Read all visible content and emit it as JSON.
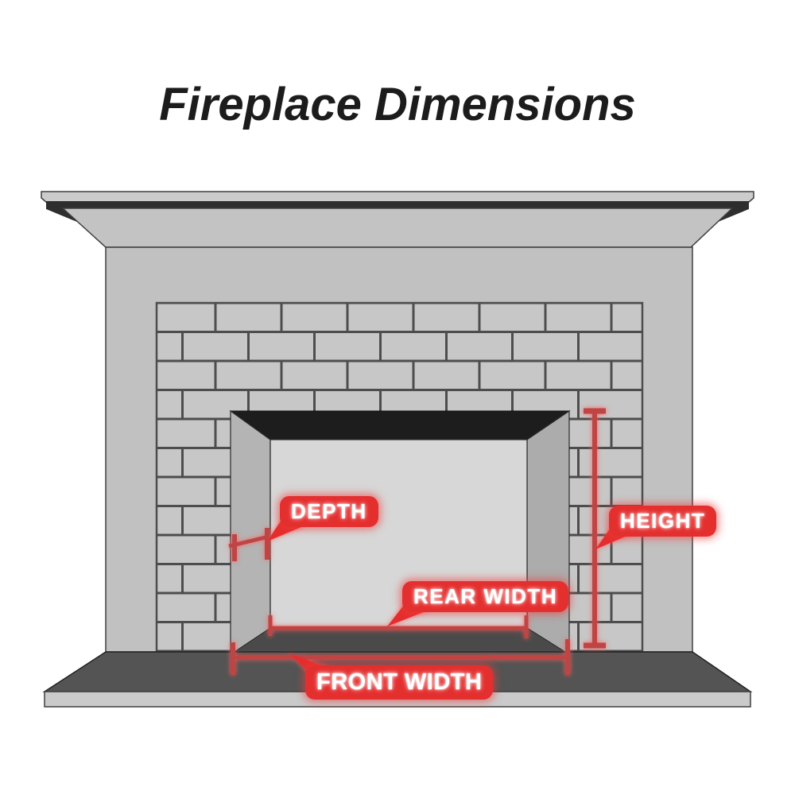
{
  "title": "Fireplace Dimensions",
  "callouts": {
    "depth": "DEPTH",
    "height": "HEIGHT",
    "rear_width": "REAR WIDTH",
    "front_width": "FRONT WIDTH"
  },
  "diagram": {
    "type": "fireplace-dimension-diagram",
    "measured_features": [
      {
        "id": "depth",
        "label": "DEPTH",
        "marker": "diagonal line with end ticks across left firebox side wall"
      },
      {
        "id": "height",
        "label": "HEIGHT",
        "marker": "vertical line with T-caps along right side of firebox opening"
      },
      {
        "id": "rear_width",
        "label": "REAR WIDTH",
        "marker": "horizontal line with end ticks along bottom of firebox back wall"
      },
      {
        "id": "front_width",
        "label": "FRONT WIDTH",
        "marker": "horizontal line with end ticks along front of firebox opening"
      }
    ]
  },
  "colors": {
    "callout_red": "#e42f2f",
    "dimension_red": "#bf4545",
    "brick_gray": "#c7c7c7",
    "mortar_gray": "#4d4d4d",
    "firebox_black": "#1d1d1d",
    "hearth_gray": "#545454",
    "title_black": "#1c1c1c",
    "background": "#ffffff"
  }
}
